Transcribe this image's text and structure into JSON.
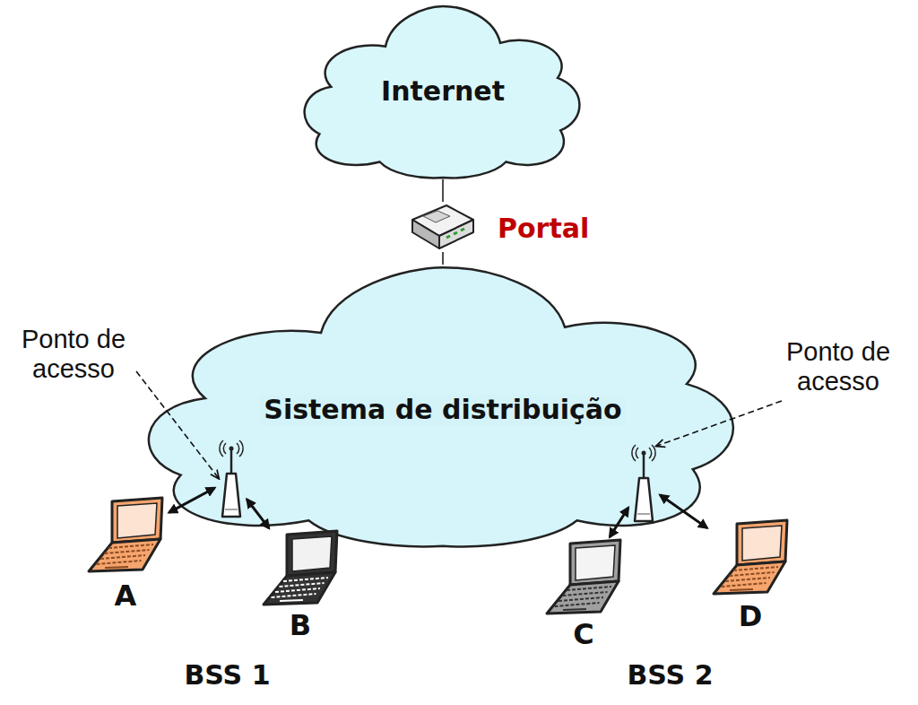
{
  "diagram": {
    "nodes": [
      {
        "text": [
          "Internet"
        ]
      },
      {
        "text": [
          "Portal"
        ]
      },
      {
        "text": [
          "Sistema de distribuição"
        ]
      },
      {
        "text": [
          "BSS 1"
        ]
      },
      {
        "text": [
          "Ponto de acesso"
        ],
        "in": 3
      },
      {
        "text": [
          "A"
        ],
        "in": 3
      },
      {
        "text": [
          "B"
        ],
        "in": 3
      },
      {
        "text": [
          "BSS 2"
        ]
      },
      {
        "text": [
          "Ponto de acesso"
        ],
        "in": 7
      },
      {
        "text": [
          "C"
        ],
        "in": 7
      },
      {
        "text": [
          "D"
        ],
        "in": 7
      }
    ],
    "edges": [
      {
        "from": 0,
        "to": 1,
        "arrow": "none"
      },
      {
        "from": 1,
        "to": 2,
        "arrow": "none"
      },
      {
        "from": 5,
        "to": 4,
        "arrow": "both"
      },
      {
        "from": 6,
        "to": 4,
        "arrow": "both"
      },
      {
        "from": 9,
        "to": 8,
        "arrow": "both"
      },
      {
        "from": 10,
        "to": 8,
        "arrow": "both"
      }
    ]
  }
}
